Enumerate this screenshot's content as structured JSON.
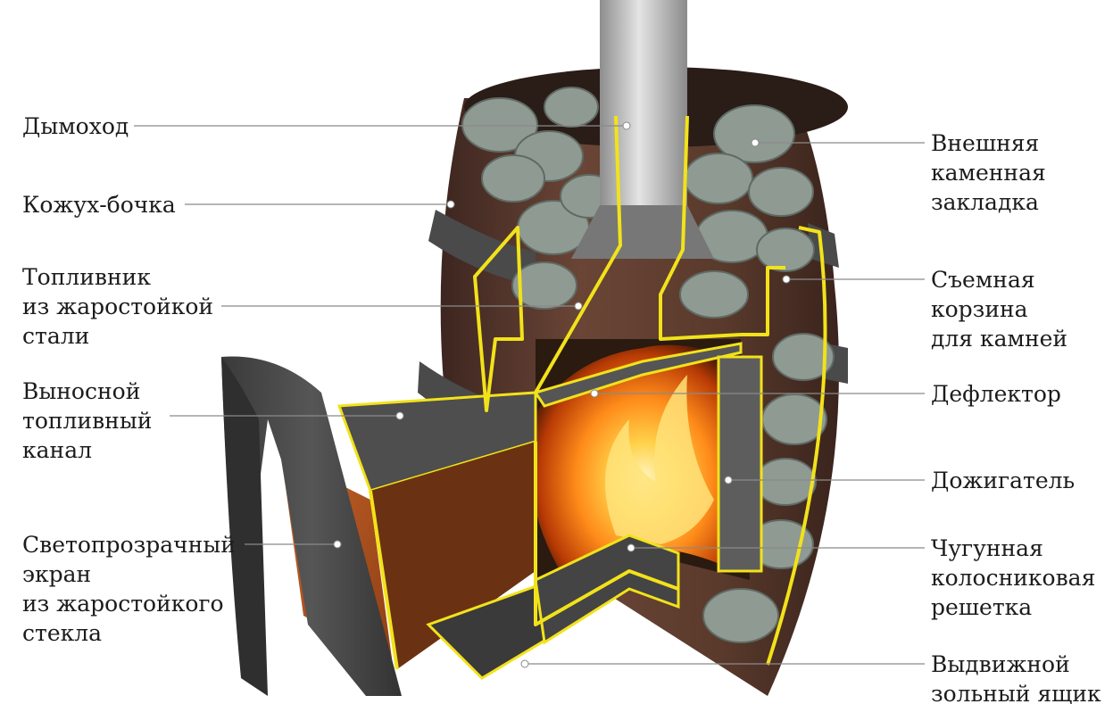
{
  "labels": {
    "left": {
      "chimney": [
        "Дымоход"
      ],
      "barrel_casing": [
        "Кожух-бочка"
      ],
      "firebox": [
        "Топливник",
        "из жаростойкой",
        "стали"
      ],
      "fuel_channel": [
        "Выносной",
        "топливный",
        "канал"
      ],
      "glass_screen": [
        "Светопрозрачный",
        "экран",
        "из жаростойкого",
        "стекла"
      ]
    },
    "right": {
      "outer_stones": [
        "Внешняя",
        "каменная",
        "закладка"
      ],
      "stone_basket": [
        "Съемная",
        "корзина",
        "для камней"
      ],
      "deflector": [
        "Дефлектор"
      ],
      "afterburner": [
        "Дожигатель"
      ],
      "grate": [
        "Чугунная",
        "колосниковая",
        "решетка"
      ],
      "ash_drawer": [
        "Выдвижной",
        "зольный ящик"
      ]
    }
  },
  "colors": {
    "outline_highlight": "#f2e21a",
    "leader_line": "#8a8a8a",
    "wood": "#5a3a2c",
    "metal": "#4a4a4a",
    "stone": "#8f9a92",
    "fire": "#ff8c1a",
    "glass": "#b4561e"
  }
}
